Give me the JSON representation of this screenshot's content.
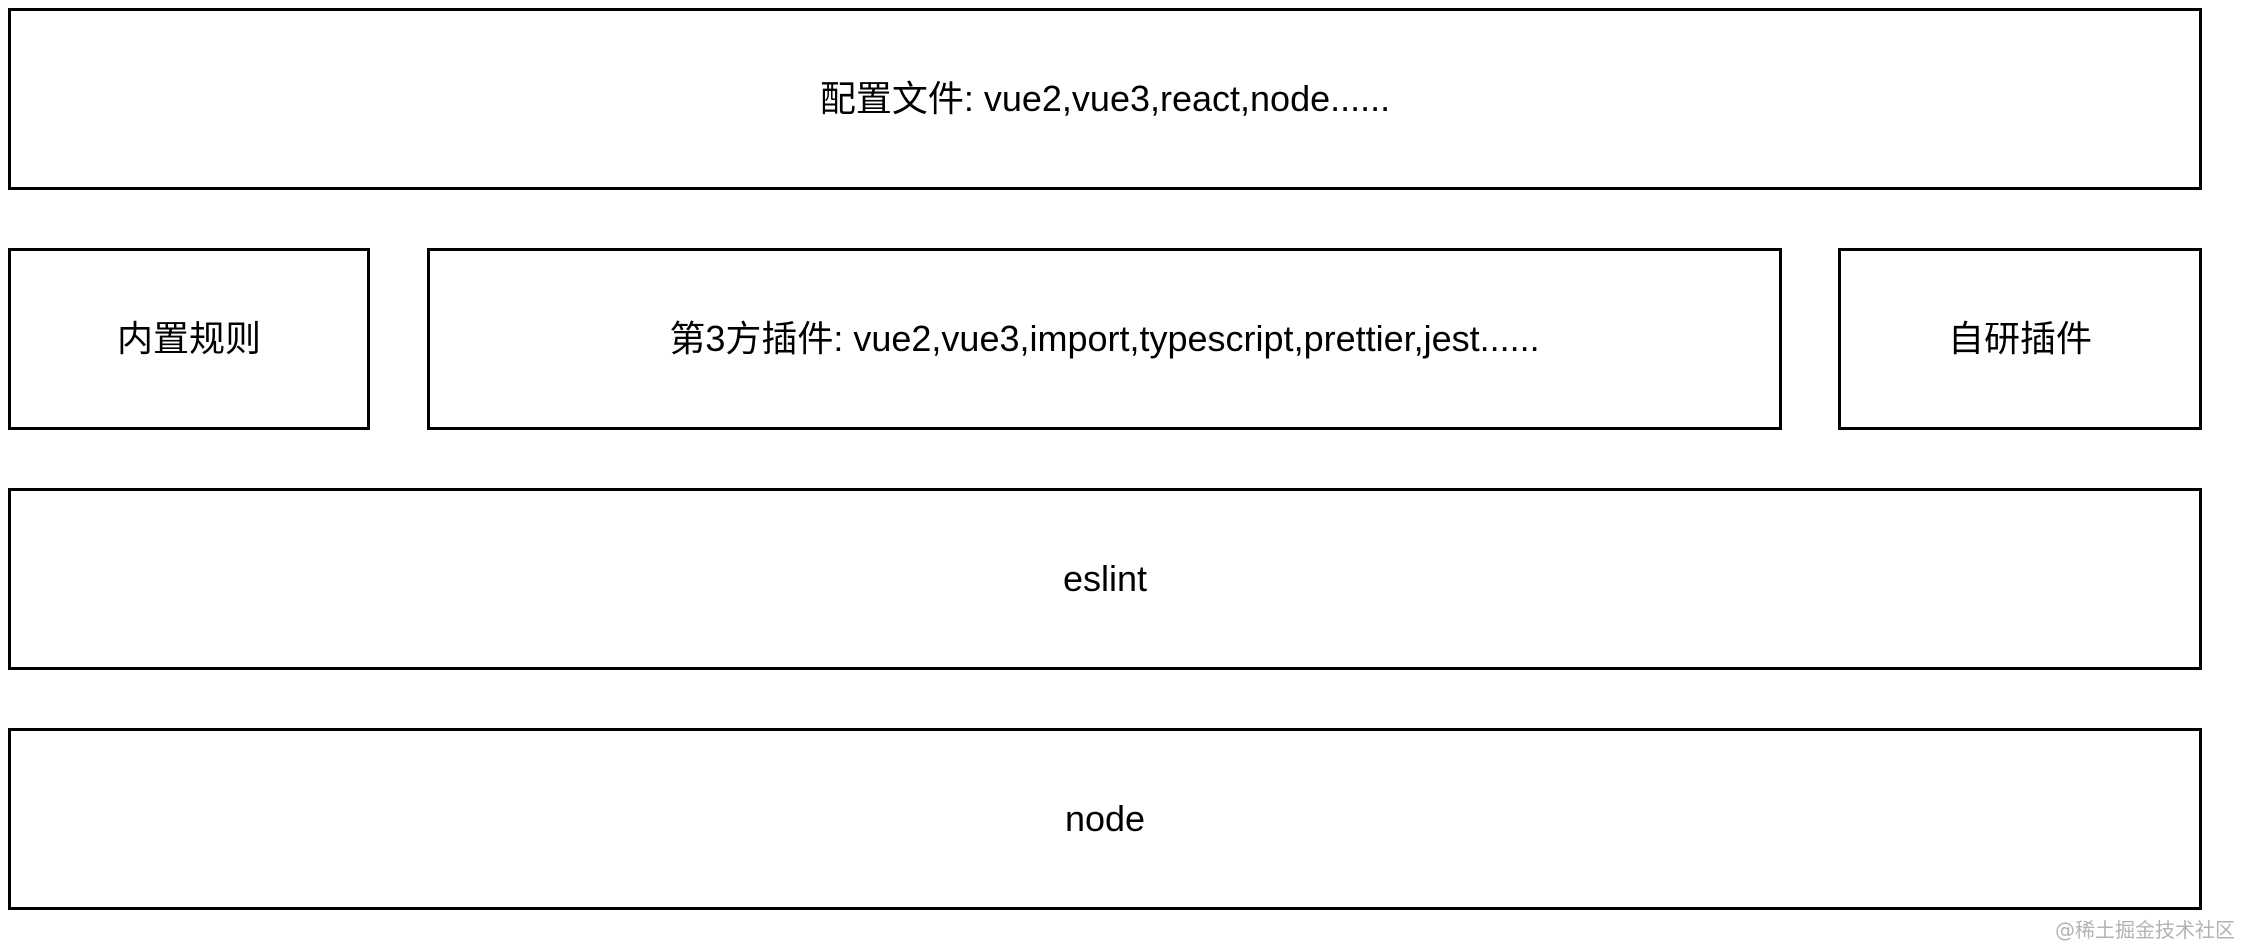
{
  "layers": {
    "config": {
      "label": "配置文件: vue2,vue3,react,node......"
    },
    "builtin_rules": {
      "label": "内置规则"
    },
    "third_party_plugins": {
      "label": "第3方插件: vue2,vue3,import,typescript,prettier,jest......"
    },
    "custom_plugins": {
      "label": "自研插件"
    },
    "eslint": {
      "label": "eslint"
    },
    "node": {
      "label": "node"
    }
  },
  "watermark": "@稀土掘金技术社区",
  "colors": {
    "border": "#000000",
    "background": "#ffffff",
    "text": "#000000",
    "watermark": "#b3b3b3"
  }
}
